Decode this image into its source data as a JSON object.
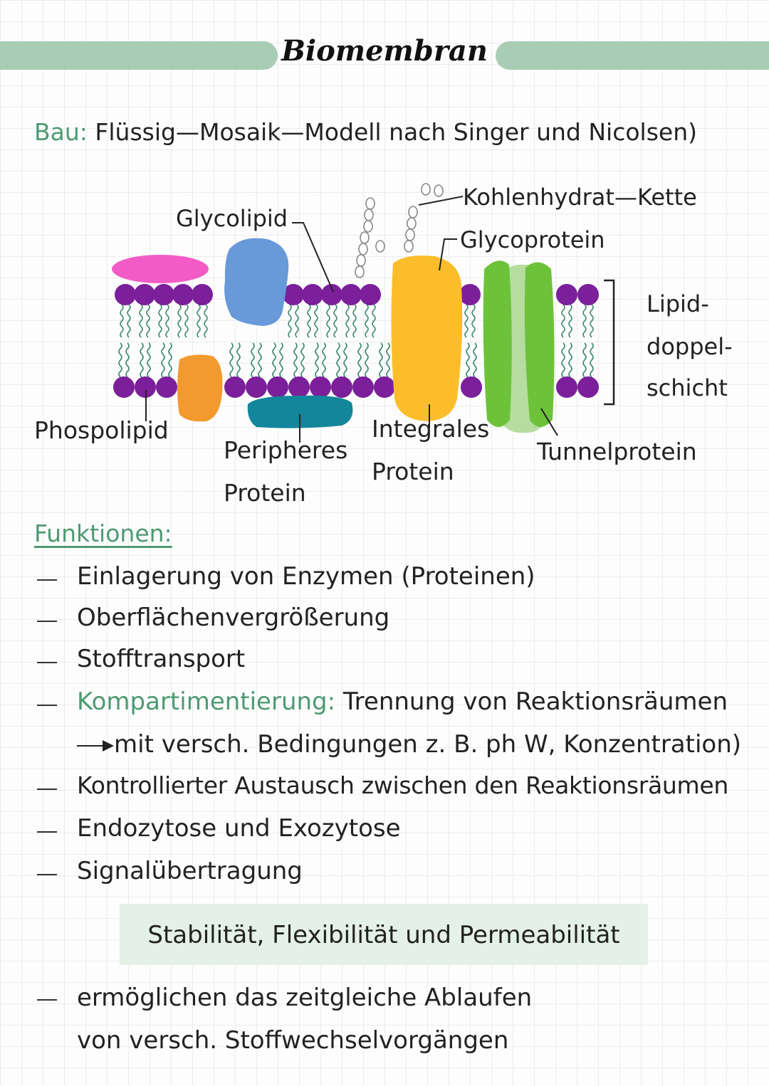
{
  "title": "Biomembran",
  "subtitle": {
    "prefix": "Bau:",
    "text": "Flüssig—Mosaik—Modell nach Singer und Nicolsen)"
  },
  "diagram": {
    "labels": {
      "glycolipid": "Glycolipid",
      "kohlenhydrat": "Kohlenhydrat—Kette",
      "glycoprotein": "Glycoprotein",
      "lipid_1": "Lipid-",
      "lipid_2": "doppel-",
      "lipid_3": "schicht",
      "phospolipid": "Phospolipid",
      "peripheres_1": "Peripheres",
      "peripheres_2": "Protein",
      "integrales_1": "Integrales",
      "integrales_2": "Protein",
      "tunnelprotein": "Tunnelprotein"
    },
    "colors": {
      "head": "#7b1f9a",
      "tail": "#3e8a6e",
      "pink": "#f25bc6",
      "blue": "#6899d9",
      "orange": "#f29a2e",
      "teal": "#12869a",
      "yellow": "#fbbe2a",
      "green": "#6cc33a",
      "light_green": "#b6dca0"
    }
  },
  "functions": {
    "heading": "Funktionen:",
    "items": [
      "Einlagerung von Enzymen (Proteinen)",
      "Oberflächenvergrößerung",
      "Stofftransport"
    ],
    "kompartiment": {
      "term": "Kompartimentierung:",
      "text": "Trennung von Reaktionsräumen",
      "sub": "mit versch. Bedingungen z. B. ph W, Konzentration)"
    },
    "items2": [
      "Kontrollierter Austausch zwischen den Reaktionsräumen",
      "Endozytose und Exozytose",
      "Signalübertragung"
    ]
  },
  "highlight": "Stabilität, Flexibilität und Permeabilität",
  "conclusion": {
    "line1": "ermöglichen das zeitgleiche Ablaufen",
    "line2": "von versch. Stoffwechselvorgängen"
  }
}
